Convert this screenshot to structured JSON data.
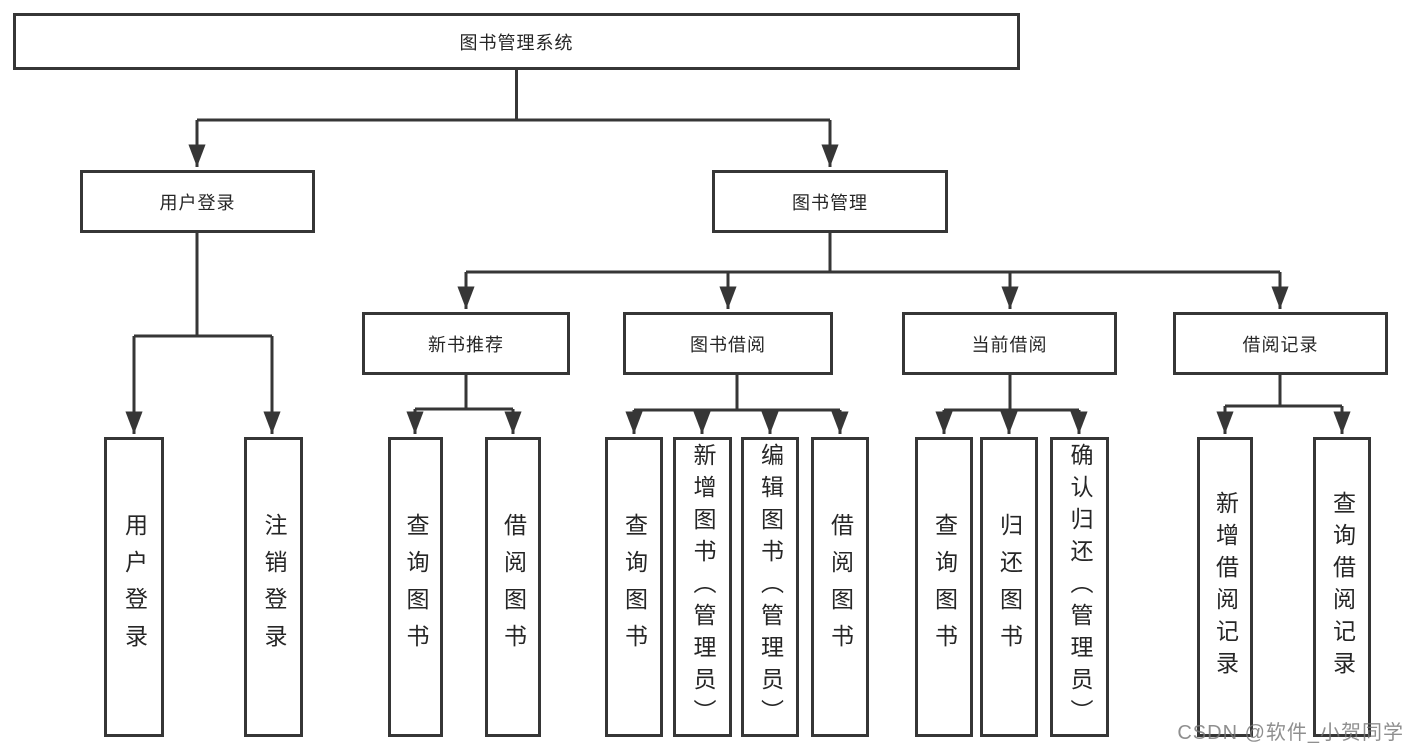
{
  "diagram": {
    "root": {
      "label": "图书管理系统",
      "children": [
        {
          "label": "用户登录",
          "children": [
            {
              "label": "用户登录"
            },
            {
              "label": "注销登录"
            }
          ]
        },
        {
          "label": "图书管理",
          "children": [
            {
              "label": "新书推荐",
              "children": [
                {
                  "label": "查询图书"
                },
                {
                  "label": "借阅图书"
                }
              ]
            },
            {
              "label": "图书借阅",
              "children": [
                {
                  "label": "查询图书"
                },
                {
                  "label": "新增图书（管理员）"
                },
                {
                  "label": "编辑图书（管理员）"
                },
                {
                  "label": "借阅图书"
                }
              ]
            },
            {
              "label": "当前借阅",
              "children": [
                {
                  "label": "查询图书"
                },
                {
                  "label": "归还图书"
                },
                {
                  "label": "确认归还（管理员）"
                }
              ]
            },
            {
              "label": "借阅记录",
              "children": [
                {
                  "label": "新增借阅记录"
                },
                {
                  "label": "查询借阅记录"
                }
              ]
            }
          ]
        }
      ]
    }
  },
  "watermark": {
    "text": "CSDN @软件_小贺同学"
  },
  "colors": {
    "line": "#363636",
    "box_border": "#363636",
    "text": "#262626",
    "background": "#ffffff",
    "watermark": "#767676"
  }
}
